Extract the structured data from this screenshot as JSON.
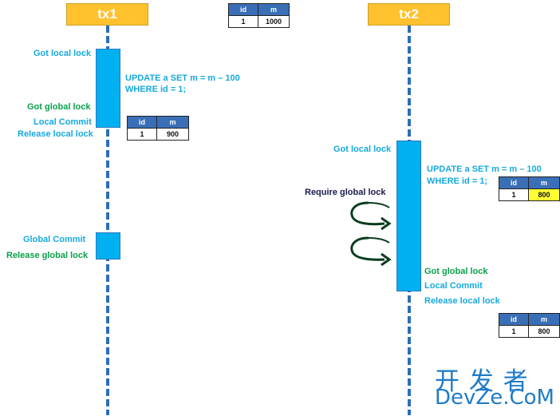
{
  "lanes": {
    "tx1": "tx1",
    "tx2": "tx2"
  },
  "tables": {
    "header_id": "id",
    "header_m": "m",
    "initial": {
      "id": "1",
      "m": "1000"
    },
    "tx1_after": {
      "id": "1",
      "m": "900"
    },
    "tx2_mid": {
      "id": "1",
      "m": "800"
    },
    "tx2_after": {
      "id": "1",
      "m": "800"
    }
  },
  "tx1": {
    "got_local_lock": "Got local lock",
    "update_line1": "UPDATE a SET m = m – 100",
    "update_line2": "WHERE id = 1;",
    "got_global_lock": "Got global lock",
    "local_commit": "Local Commit",
    "release_local_lock": "Release local lock",
    "global_commit": "Global Commit",
    "release_global_lock": "Release global lock"
  },
  "tx2": {
    "got_local_lock": "Got local lock",
    "update_line1": "UPDATE a SET m = m – 100",
    "update_line2": "WHERE id = 1;",
    "require_global_lock": "Require global lock",
    "got_global_lock": "Got global lock",
    "local_commit": "Local Commit",
    "release_local_lock": "Release local lock"
  },
  "watermark": {
    "line1": "开 发 者",
    "line2": "DevZe.CoM"
  },
  "colors": {
    "header": "#ffc12e",
    "activation": "#00b0f0",
    "lifeline": "#2e6db7",
    "highlight": "#ffff33"
  }
}
